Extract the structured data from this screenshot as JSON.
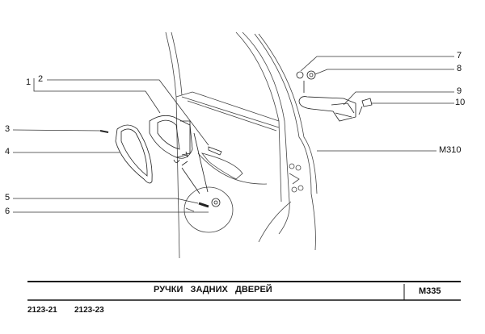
{
  "callouts": {
    "c1": "1",
    "c2": "2",
    "c3": "3",
    "c4": "4",
    "c5": "5",
    "c6": "6",
    "c7": "7",
    "c8": "8",
    "c9": "9",
    "c10": "10",
    "m310": "M310"
  },
  "footer": {
    "title": "РУЧКИ   ЗАДНИХ   ДВЕРЕЙ",
    "code": "M335",
    "models": [
      "2123-21",
      "2123-23"
    ]
  }
}
